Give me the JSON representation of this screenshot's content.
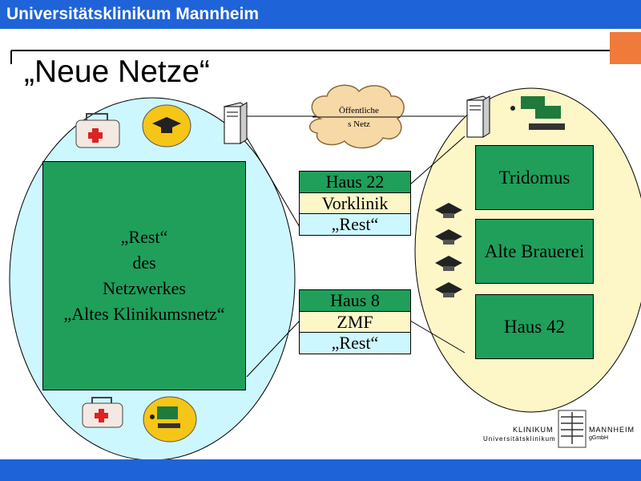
{
  "header": {
    "title": "Universitätsklinikum Mannheim"
  },
  "slide": {
    "title": "„Neue Netze“"
  },
  "cloud": {
    "label_line1": "Öffentliche",
    "label_line2": "s Netz"
  },
  "left_network": {
    "lines": [
      "„Rest“",
      "des",
      "Netzwerkes",
      "„Altes Klinikumsnetz“"
    ]
  },
  "link_top": {
    "items": [
      "Haus 22",
      "Vorklinik",
      "„Rest“"
    ]
  },
  "link_bottom": {
    "items": [
      "Haus 8",
      "ZMF",
      "„Rest“"
    ]
  },
  "right_network": {
    "boxes": [
      "Tridomus",
      "Alte Brauerei",
      "Haus 42"
    ]
  },
  "logo": {
    "line1_left": "Klinikum",
    "line1_right": "Mannheim",
    "line2_left": "Universitätsklinikum",
    "line2_right": "gGmbH"
  },
  "colors": {
    "header_blue": "#1f63d8",
    "box_green": "#1f9f5a",
    "ellipse_left": "#cdf7ff",
    "ellipse_right": "#fdf7c8",
    "accent_orange": "#f07a3a"
  }
}
